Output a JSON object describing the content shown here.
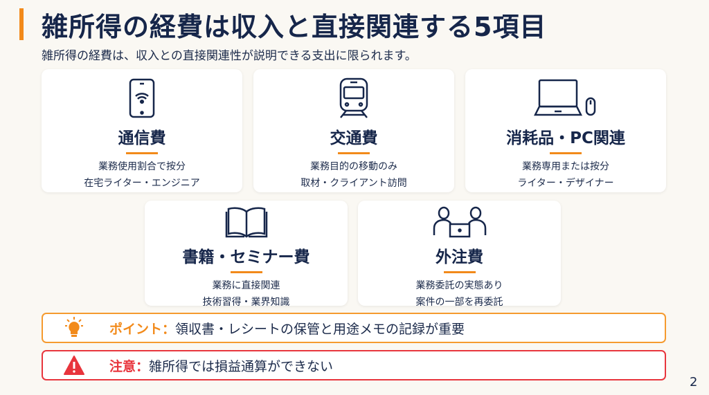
{
  "title": "雑所得の経費は収入と直接関連する5項目",
  "subtitle": "雑所得の経費は、収入との直接関連性が説明できる支出に限られます。",
  "cards": [
    {
      "icon": "smartphone-wifi-icon",
      "title": "通信費",
      "lines": [
        "業務使用割合で按分",
        "在宅ライター・エンジニア"
      ]
    },
    {
      "icon": "train-icon",
      "title": "交通費",
      "lines": [
        "業務目的の移動のみ",
        "取材・クライアント訪問"
      ]
    },
    {
      "icon": "laptop-mouse-icon",
      "title": "消耗品・PC関連",
      "lines": [
        "業務専用または按分",
        "ライター・デザイナー"
      ]
    },
    {
      "icon": "book-icon",
      "title": "書籍・セミナー費",
      "lines": [
        "業務に直接関連",
        "技術習得・業界知識"
      ]
    },
    {
      "icon": "people-laptop-icon",
      "title": "外注費",
      "lines": [
        "業務委託の実態あり",
        "案件の一部を再委託"
      ]
    }
  ],
  "point": {
    "icon": "lightbulb-icon",
    "label": "ポイント：",
    "text": "領収書・レシートの保管と用途メモの記録が重要"
  },
  "caution": {
    "icon": "warning-icon",
    "label": "注意：",
    "text": "雑所得では損益通算ができない"
  },
  "page_number": "2",
  "colors": {
    "accent": "#f28a1a",
    "navy": "#16264a",
    "warning": "#e8353d"
  }
}
